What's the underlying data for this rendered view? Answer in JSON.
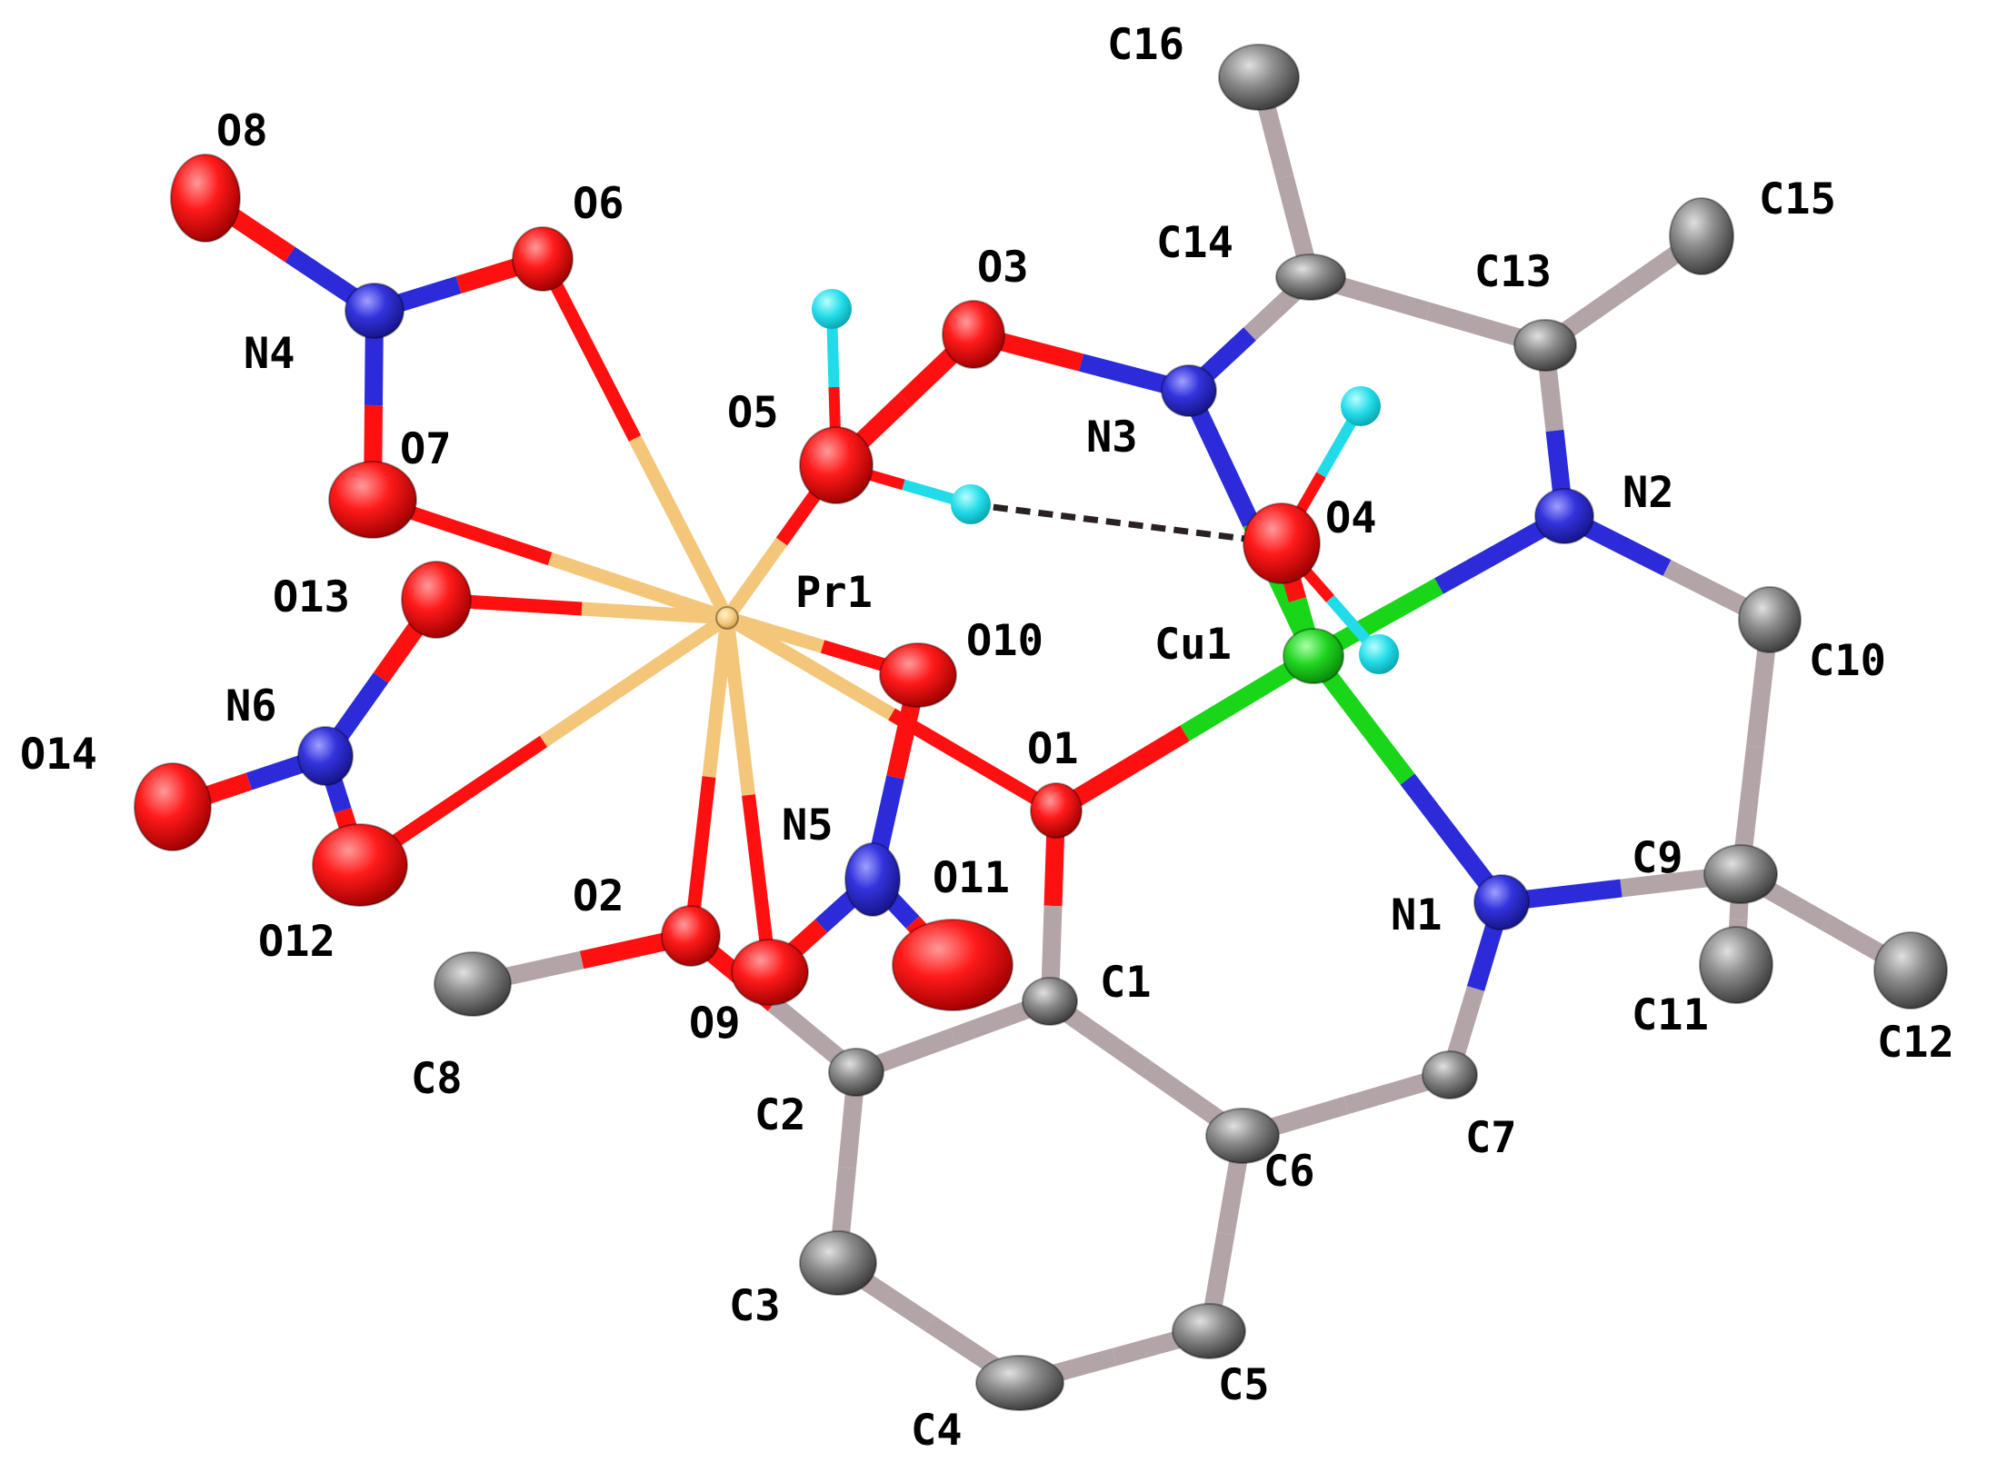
{
  "colors": {
    "oxygen": "#ff1010",
    "nitrogen": "#2b2bd9",
    "carbon": "#8a8a8a",
    "hydrogen": "#22dbe8",
    "copper": "#19d619",
    "praseodymium": "#f4c67a",
    "bond_carbon": "#b3a4a8"
  },
  "atoms": [
    {
      "id": "Pr1",
      "element": "Pr",
      "label": "Pr1"
    },
    {
      "id": "Cu1",
      "element": "Cu",
      "label": "Cu1"
    },
    {
      "id": "O1",
      "element": "O",
      "label": "O1"
    },
    {
      "id": "O2",
      "element": "O",
      "label": "O2"
    },
    {
      "id": "O3",
      "element": "O",
      "label": "O3"
    },
    {
      "id": "O4",
      "element": "O",
      "label": "O4"
    },
    {
      "id": "O5",
      "element": "O",
      "label": "O5"
    },
    {
      "id": "O6",
      "element": "O",
      "label": "O6"
    },
    {
      "id": "O7",
      "element": "O",
      "label": "O7"
    },
    {
      "id": "O8",
      "element": "O",
      "label": "O8"
    },
    {
      "id": "O9",
      "element": "O",
      "label": "O9"
    },
    {
      "id": "O10",
      "element": "O",
      "label": "O10"
    },
    {
      "id": "O11",
      "element": "O",
      "label": "O11"
    },
    {
      "id": "O12",
      "element": "O",
      "label": "O12"
    },
    {
      "id": "O13",
      "element": "O",
      "label": "O13"
    },
    {
      "id": "O14",
      "element": "O",
      "label": "O14"
    },
    {
      "id": "N1",
      "element": "N",
      "label": "N1"
    },
    {
      "id": "N2",
      "element": "N",
      "label": "N2"
    },
    {
      "id": "N3",
      "element": "N",
      "label": "N3"
    },
    {
      "id": "N4",
      "element": "N",
      "label": "N4"
    },
    {
      "id": "N5",
      "element": "N",
      "label": "N5"
    },
    {
      "id": "N6",
      "element": "N",
      "label": "N6"
    },
    {
      "id": "C1",
      "element": "C",
      "label": "C1"
    },
    {
      "id": "C2",
      "element": "C",
      "label": "C2"
    },
    {
      "id": "C3",
      "element": "C",
      "label": "C3"
    },
    {
      "id": "C4",
      "element": "C",
      "label": "C4"
    },
    {
      "id": "C5",
      "element": "C",
      "label": "C5"
    },
    {
      "id": "C6",
      "element": "C",
      "label": "C6"
    },
    {
      "id": "C7",
      "element": "C",
      "label": "C7"
    },
    {
      "id": "C8",
      "element": "C",
      "label": "C8"
    },
    {
      "id": "C9",
      "element": "C",
      "label": "C9"
    },
    {
      "id": "C10",
      "element": "C",
      "label": "C10"
    },
    {
      "id": "C11",
      "element": "C",
      "label": "C11"
    },
    {
      "id": "C12",
      "element": "C",
      "label": "C12"
    },
    {
      "id": "C13",
      "element": "C",
      "label": "C13"
    },
    {
      "id": "C14",
      "element": "C",
      "label": "C14"
    },
    {
      "id": "C15",
      "element": "C",
      "label": "C15"
    },
    {
      "id": "C16",
      "element": "C",
      "label": "C16"
    },
    {
      "id": "H5",
      "element": "H",
      "label": ""
    },
    {
      "id": "H5b",
      "element": "H",
      "label": ""
    },
    {
      "id": "H4a",
      "element": "H",
      "label": ""
    },
    {
      "id": "H4b",
      "element": "H",
      "label": ""
    }
  ],
  "bonds": [
    [
      "Pr1",
      "O6"
    ],
    [
      "Pr1",
      "O7"
    ],
    [
      "Pr1",
      "O13"
    ],
    [
      "Pr1",
      "O12"
    ],
    [
      "Pr1",
      "O5"
    ],
    [
      "Pr1",
      "O10"
    ],
    [
      "Pr1",
      "O1"
    ],
    [
      "Pr1",
      "O2"
    ],
    [
      "Pr1",
      "O9"
    ],
    [
      "O8",
      "N4"
    ],
    [
      "N4",
      "O6"
    ],
    [
      "N4",
      "O7"
    ],
    [
      "O13",
      "N6"
    ],
    [
      "N6",
      "O14"
    ],
    [
      "N6",
      "O12"
    ],
    [
      "O10",
      "N5"
    ],
    [
      "N5",
      "O9"
    ],
    [
      "N5",
      "O11"
    ],
    [
      "O5",
      "O3"
    ],
    [
      "O3",
      "N3"
    ],
    [
      "N3",
      "C14"
    ],
    [
      "N3",
      "Cu1"
    ],
    [
      "C14",
      "C16"
    ],
    [
      "C14",
      "C13"
    ],
    [
      "C13",
      "C15"
    ],
    [
      "C13",
      "N2"
    ],
    [
      "N2",
      "Cu1"
    ],
    [
      "N2",
      "C10"
    ],
    [
      "C10",
      "C9"
    ],
    [
      "C9",
      "C11"
    ],
    [
      "C9",
      "C12"
    ],
    [
      "C9",
      "N1"
    ],
    [
      "N1",
      "Cu1"
    ],
    [
      "N1",
      "C7"
    ],
    [
      "C7",
      "C6"
    ],
    [
      "Cu1",
      "O1"
    ],
    [
      "Cu1",
      "O4"
    ],
    [
      "O1",
      "C1"
    ],
    [
      "C1",
      "C2"
    ],
    [
      "C1",
      "C6"
    ],
    [
      "C2",
      "C3"
    ],
    [
      "C3",
      "C4"
    ],
    [
      "C4",
      "C5"
    ],
    [
      "C5",
      "C6"
    ],
    [
      "C2",
      "O2"
    ],
    [
      "O2",
      "C8"
    ],
    [
      "O5",
      "H5"
    ],
    [
      "O5",
      "H5b"
    ],
    [
      "O4",
      "H4a"
    ],
    [
      "O4",
      "H4b"
    ]
  ],
  "hydrogen_bonds": [
    [
      "H5b",
      "O4"
    ]
  ]
}
